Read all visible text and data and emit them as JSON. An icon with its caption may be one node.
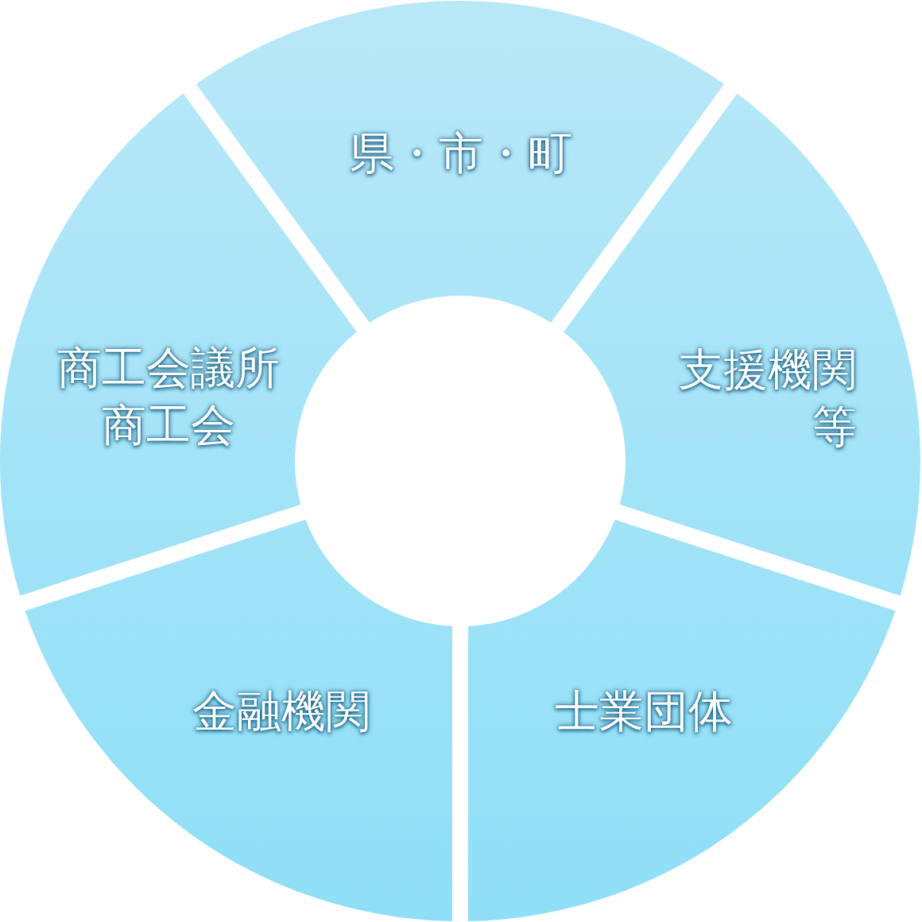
{
  "diagram": {
    "nodes": [
      {
        "text": [
          "県・市・町"
        ]
      },
      {
        "text": [
          "商工会議所",
          "商工会"
        ]
      },
      {
        "text": [
          "支援機関等"
        ]
      },
      {
        "text": [
          "金融機関"
        ]
      },
      {
        "text": [
          "士業団体"
        ]
      }
    ]
  }
}
